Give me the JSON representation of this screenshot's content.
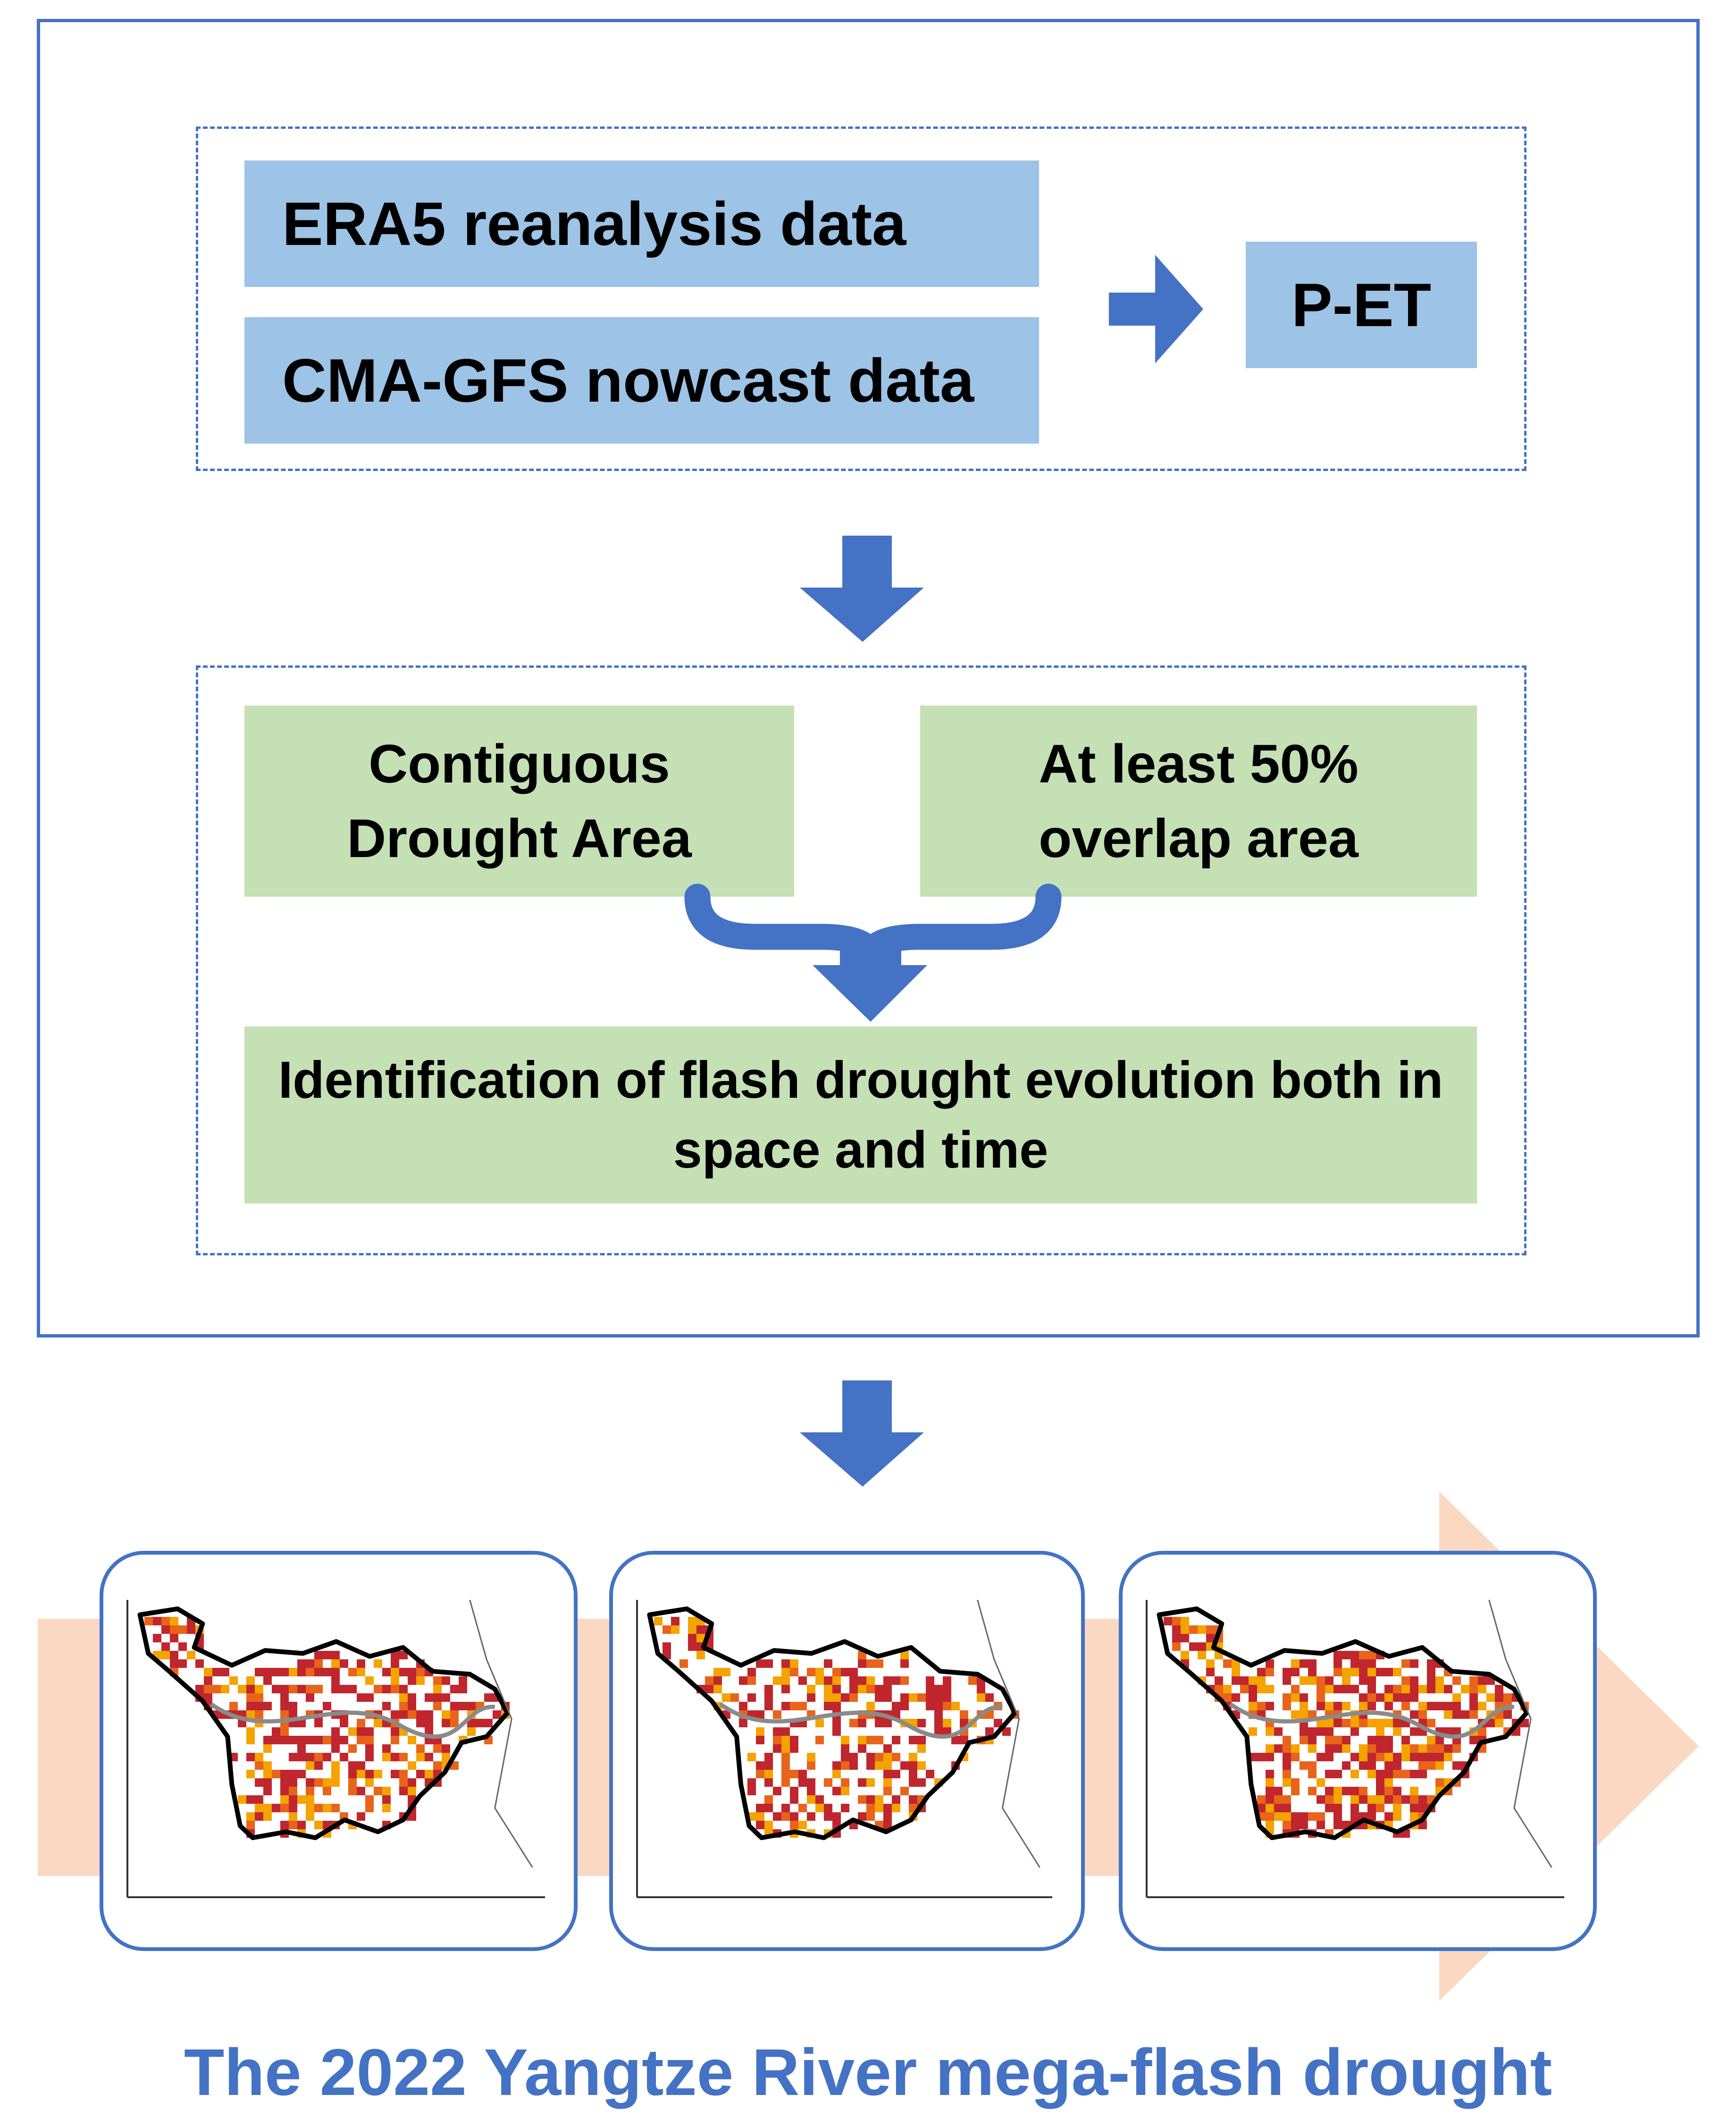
{
  "input_data": {
    "era5_label": "ERA5 reanalysis data",
    "cmagfs_label": "CMA-GFS nowcast data",
    "output_label": "P-ET"
  },
  "criteria": {
    "contiguous_label": "Contiguous\nDrought Area",
    "overlap_label": "At least 50%\noverlap area"
  },
  "identification_label": "Identification of flash drought evolution both in\nspace and time",
  "maps": [
    {
      "name": "drought-map-1"
    },
    {
      "name": "drought-map-2"
    },
    {
      "name": "drought-map-3"
    }
  ],
  "caption": "The 2022 Yangtze River mega-flash drought",
  "colors": {
    "frame_blue": "#4472c4",
    "input_box": "#9dc3e6",
    "criteria_box": "#c5e0b4",
    "timeline_arrow": "#f8cbad",
    "drought_severe": "#c0262d",
    "drought_moderate": "#e8641b",
    "drought_mild": "#f4a300"
  }
}
